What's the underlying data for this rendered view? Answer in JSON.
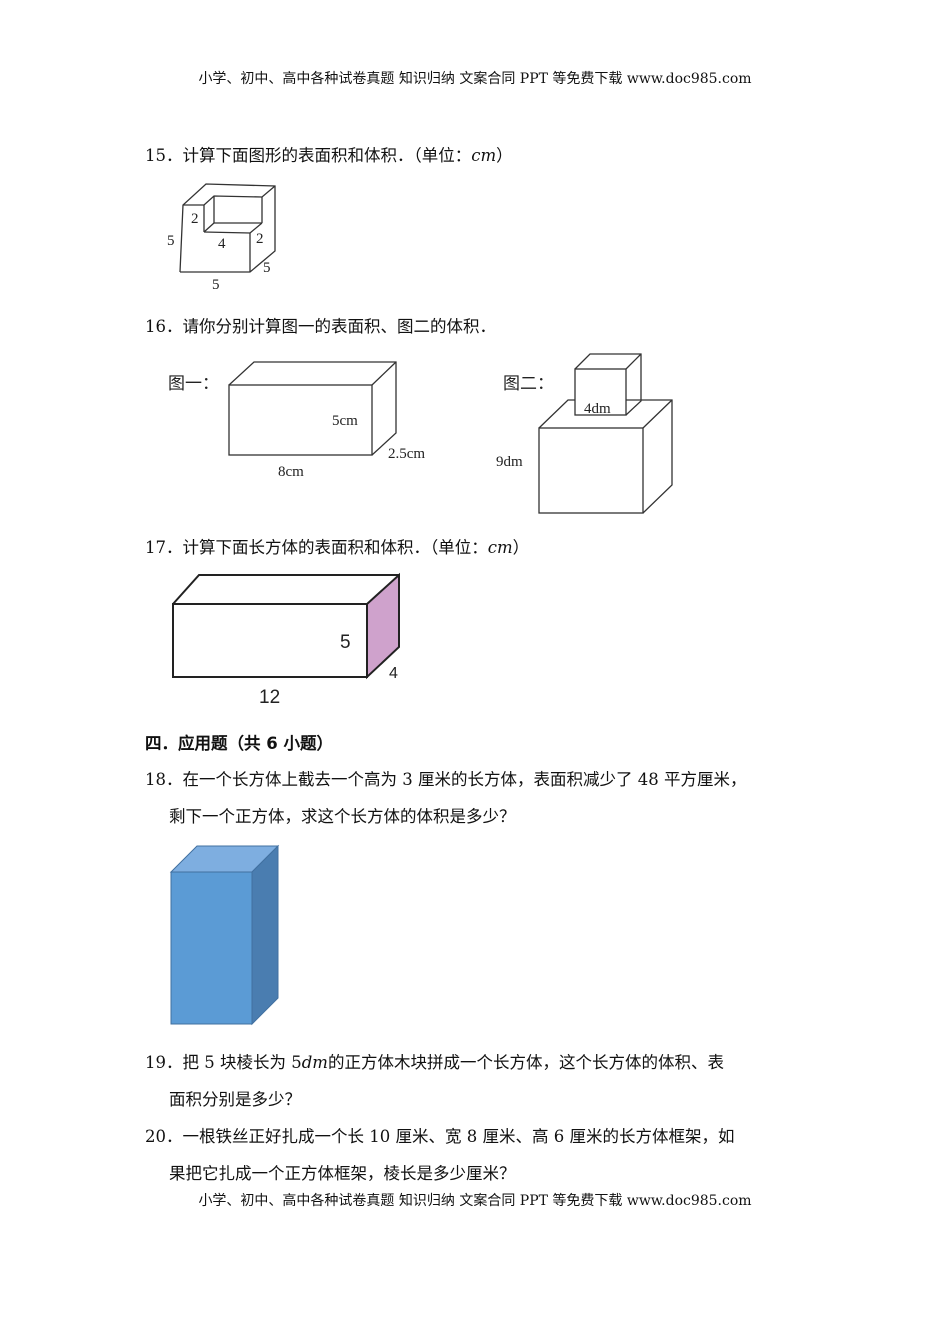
{
  "header": "小学、初中、高中各种试卷真题 知识归纳 文案合同 PPT 等免费下载   www.doc985.com",
  "footer": "小学、初中、高中各种试卷真题 知识归纳 文案合同 PPT 等免费下载   www.doc985.com",
  "q15": {
    "text": "15．计算下面图形的表面积和体积．（单位：",
    "unit": "cm",
    "close": "）",
    "labels": {
      "inner_h": "2",
      "height": "5",
      "inner_len": "4",
      "step_h": "2",
      "depth": "5",
      "width": "5"
    }
  },
  "q16": {
    "text": "16．请你分别计算图一的表面积、图二的体积．",
    "fig1": {
      "caption": "图一：",
      "height": "5cm",
      "depth": "2.5cm",
      "length": "8cm"
    },
    "fig2": {
      "caption": "图二：",
      "small_edge": "4dm",
      "big_edge": "9dm"
    }
  },
  "q17": {
    "text": "17．计算下面长方体的表面积和体积．（单位：",
    "unit": "cm",
    "close": "）",
    "labels": {
      "height": "5",
      "length": "12",
      "depth": "4"
    },
    "side_color": "#cfa2cc"
  },
  "section4": {
    "title": "四．应用题（共 6 小题）"
  },
  "q18": {
    "line1": "18．在一个长方体上截去一个高为 3 厘米的长方体，表面积减少了 48 平方厘米，",
    "line2": "剩下一个正方体，求这个长方体的体积是多少？",
    "colors": {
      "front": "#5b9bd5",
      "top": "#7eaee0",
      "side": "#4a7db0"
    }
  },
  "q19": {
    "line1a": "19．把 5 块棱长为 5",
    "unit": "dm",
    "line1b": "的正方体木块拼成一个长方体，这个长方体的体积、表",
    "line2": "面积分别是多少？"
  },
  "q20": {
    "line1": "20．一根铁丝正好扎成一个长 10 厘米、宽 8 厘米、高 6 厘米的长方体框架，如",
    "line2": "果把它扎成一个正方体框架，棱长是多少厘米？"
  }
}
